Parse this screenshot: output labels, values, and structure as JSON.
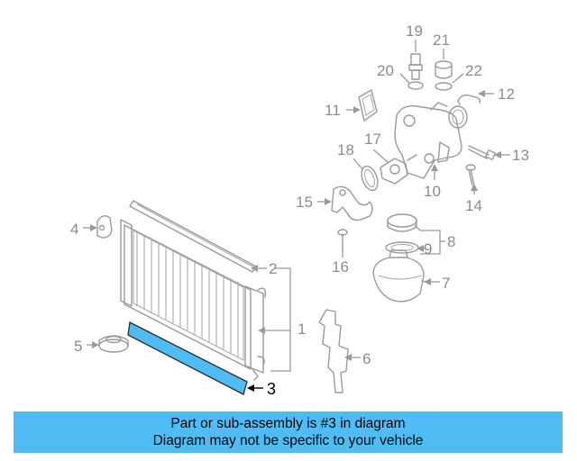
{
  "diagram": {
    "callouts": {
      "c1": "1",
      "c2": "2",
      "c3": "3",
      "c4": "4",
      "c5": "5",
      "c6": "6",
      "c7": "7",
      "c8": "8",
      "c9": "9",
      "c10": "10",
      "c11": "11",
      "c12": "12",
      "c13": "13",
      "c14": "14",
      "c15": "15",
      "c16": "16",
      "c17": "17",
      "c18": "18",
      "c19": "19",
      "c20": "20",
      "c21": "21",
      "c22": "22"
    },
    "highlight_color": "#4fbdf4",
    "highlighted_part": "3"
  },
  "banner": {
    "line1": "Part or sub-assembly is #3 in diagram",
    "line2": "Diagram may not be specific to your vehicle",
    "color": "#4fbdf4"
  }
}
